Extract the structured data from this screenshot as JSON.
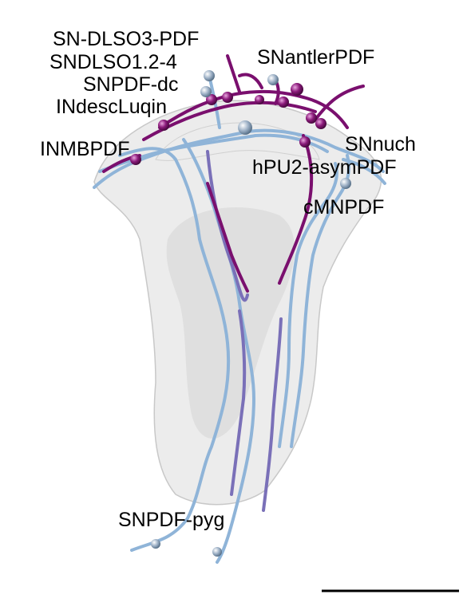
{
  "figure": {
    "labels": {
      "sn_dlso3": "SN-DLSO3-PDF",
      "sndlso12": "SNDLSO1.2-4",
      "snpdf_dc": "SNPDF-dc",
      "indesc": "INdescLuqin",
      "inmb": "INMBPDF",
      "snantler": "SNantlerPDF",
      "snnuch": "SNnuch",
      "hpu2": "hPU2-asymPDF",
      "cmn": "cMNPDF",
      "snpyg": "SNPDF-pyg"
    },
    "colors": {
      "body_fill": "#e6e6e6",
      "body_stroke": "#c8c8c8",
      "neuron_light": "#8fb4d8",
      "neuron_mid": "#7a70b8",
      "neuron_dark": "#7a0f6e",
      "soma_light": "#9aaec4",
      "soma_dark": "#8a1a7a",
      "scale_bar": "#000000"
    }
  }
}
